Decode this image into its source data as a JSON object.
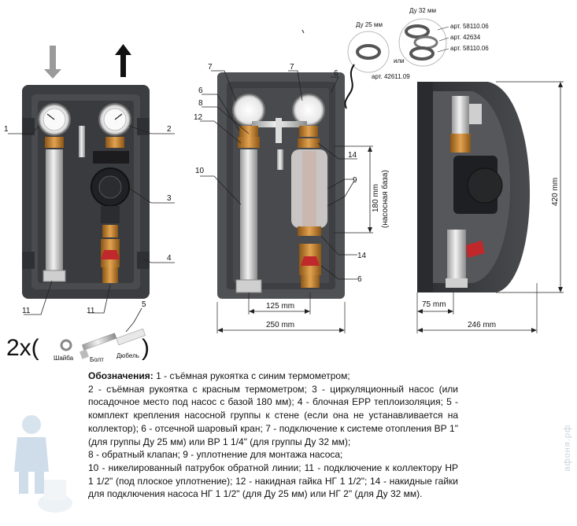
{
  "callouts_front": [
    "1",
    "2",
    "3",
    "4",
    "11",
    "11",
    "5"
  ],
  "callouts_mid": [
    "7",
    "7",
    "6",
    "6",
    "8",
    "12",
    "10",
    "14",
    "9",
    "14",
    "6"
  ],
  "kit": {
    "multiplier": "2x(",
    "close": ")",
    "washer": "Шайба",
    "bolt": "Болт",
    "dowel": "Дюбель"
  },
  "dims": {
    "height_180": "180 mm",
    "base_note": "(насосная база)",
    "w125": "125 mm",
    "w250": "250 mm",
    "h420": "420 mm",
    "w75": "75 mm",
    "w246": "246 mm"
  },
  "gaskets": {
    "du25": "Ду 25 мм",
    "du32": "Ду 32 мм",
    "or": "или",
    "art_25": "арт. 42611.09",
    "art_32": [
      "арт. 58110.06",
      "арт. 42634",
      "арт. 58110.06"
    ]
  },
  "legend": {
    "title": "Обозначения:",
    "lines": [
      " 1 - съёмная рукоятка с синим термометром;",
      "2 - съёмная рукоятка с красным термометром; 3 - циркуляционный насос (или посадочное место под насос с базой 180 мм); 4 - блочная EPP теплоизоляция; 5 - комплект крепления насосной группы к стене (если она не устанавливается на коллектор); 6 - отсечной шаровый кран; 7 - подключение к системе отопления ВР 1\" (для группы Ду 25 мм) или ВР 1 1/4\" (для группы Ду 32 мм);",
      "8 - обратный клапан; 9 - уплотнение для монтажа насоса;",
      "10 - никелированный патрубок обратной линии; 11 - подключение к коллектору НР 1 1/2\" (под плоское уплотнение); 12 - накидная гайка НГ 1 1/2\"; 14 - накидные гайки для подключения насоса НГ 1 1/2\" (для Ду 25 мм) или НГ 2\" (для Ду 32 мм)."
    ]
  },
  "watermark": "афоня.рф",
  "colors": {
    "insulation": "#3c3d40",
    "frame": "#505155",
    "brass": "#c8832e",
    "red_handle": "#c0282c",
    "chrome": "#d9d9d9"
  }
}
